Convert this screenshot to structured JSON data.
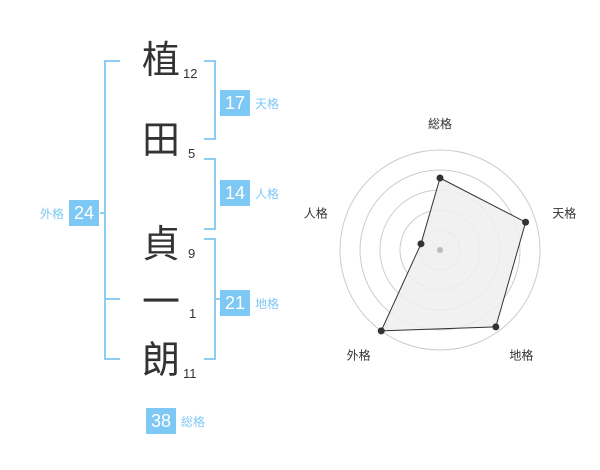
{
  "name": {
    "characters": [
      {
        "char": "植",
        "strokes": "12"
      },
      {
        "char": "田",
        "strokes": "5"
      },
      {
        "char": "貞",
        "strokes": "9"
      },
      {
        "char": "一",
        "strokes": "1"
      },
      {
        "char": "朗",
        "strokes": "11"
      }
    ]
  },
  "kakusu": {
    "tenkaku": {
      "label": "天格",
      "value": "17"
    },
    "jinkaku": {
      "label": "人格",
      "value": "14"
    },
    "chikaku": {
      "label": "地格",
      "value": "21"
    },
    "gaikaku": {
      "label": "外格",
      "value": "24"
    },
    "soukaku": {
      "label": "総格",
      "value": "38"
    }
  },
  "chart_data": {
    "type": "radar",
    "axes": [
      "総格",
      "天格",
      "地格",
      "外格",
      "人格"
    ],
    "values": [
      0.72,
      0.9,
      0.95,
      1.0,
      0.2
    ],
    "range": [
      0,
      1
    ],
    "rings": 5,
    "colors": {
      "fill": "#eeeeee",
      "stroke": "#333333",
      "ring": "#cccccc",
      "point": "#333333",
      "center": "#bbbbbb"
    }
  },
  "colors": {
    "accent": "#7ec8f5",
    "bracket": "#8ecdf2",
    "text": "#333333"
  }
}
